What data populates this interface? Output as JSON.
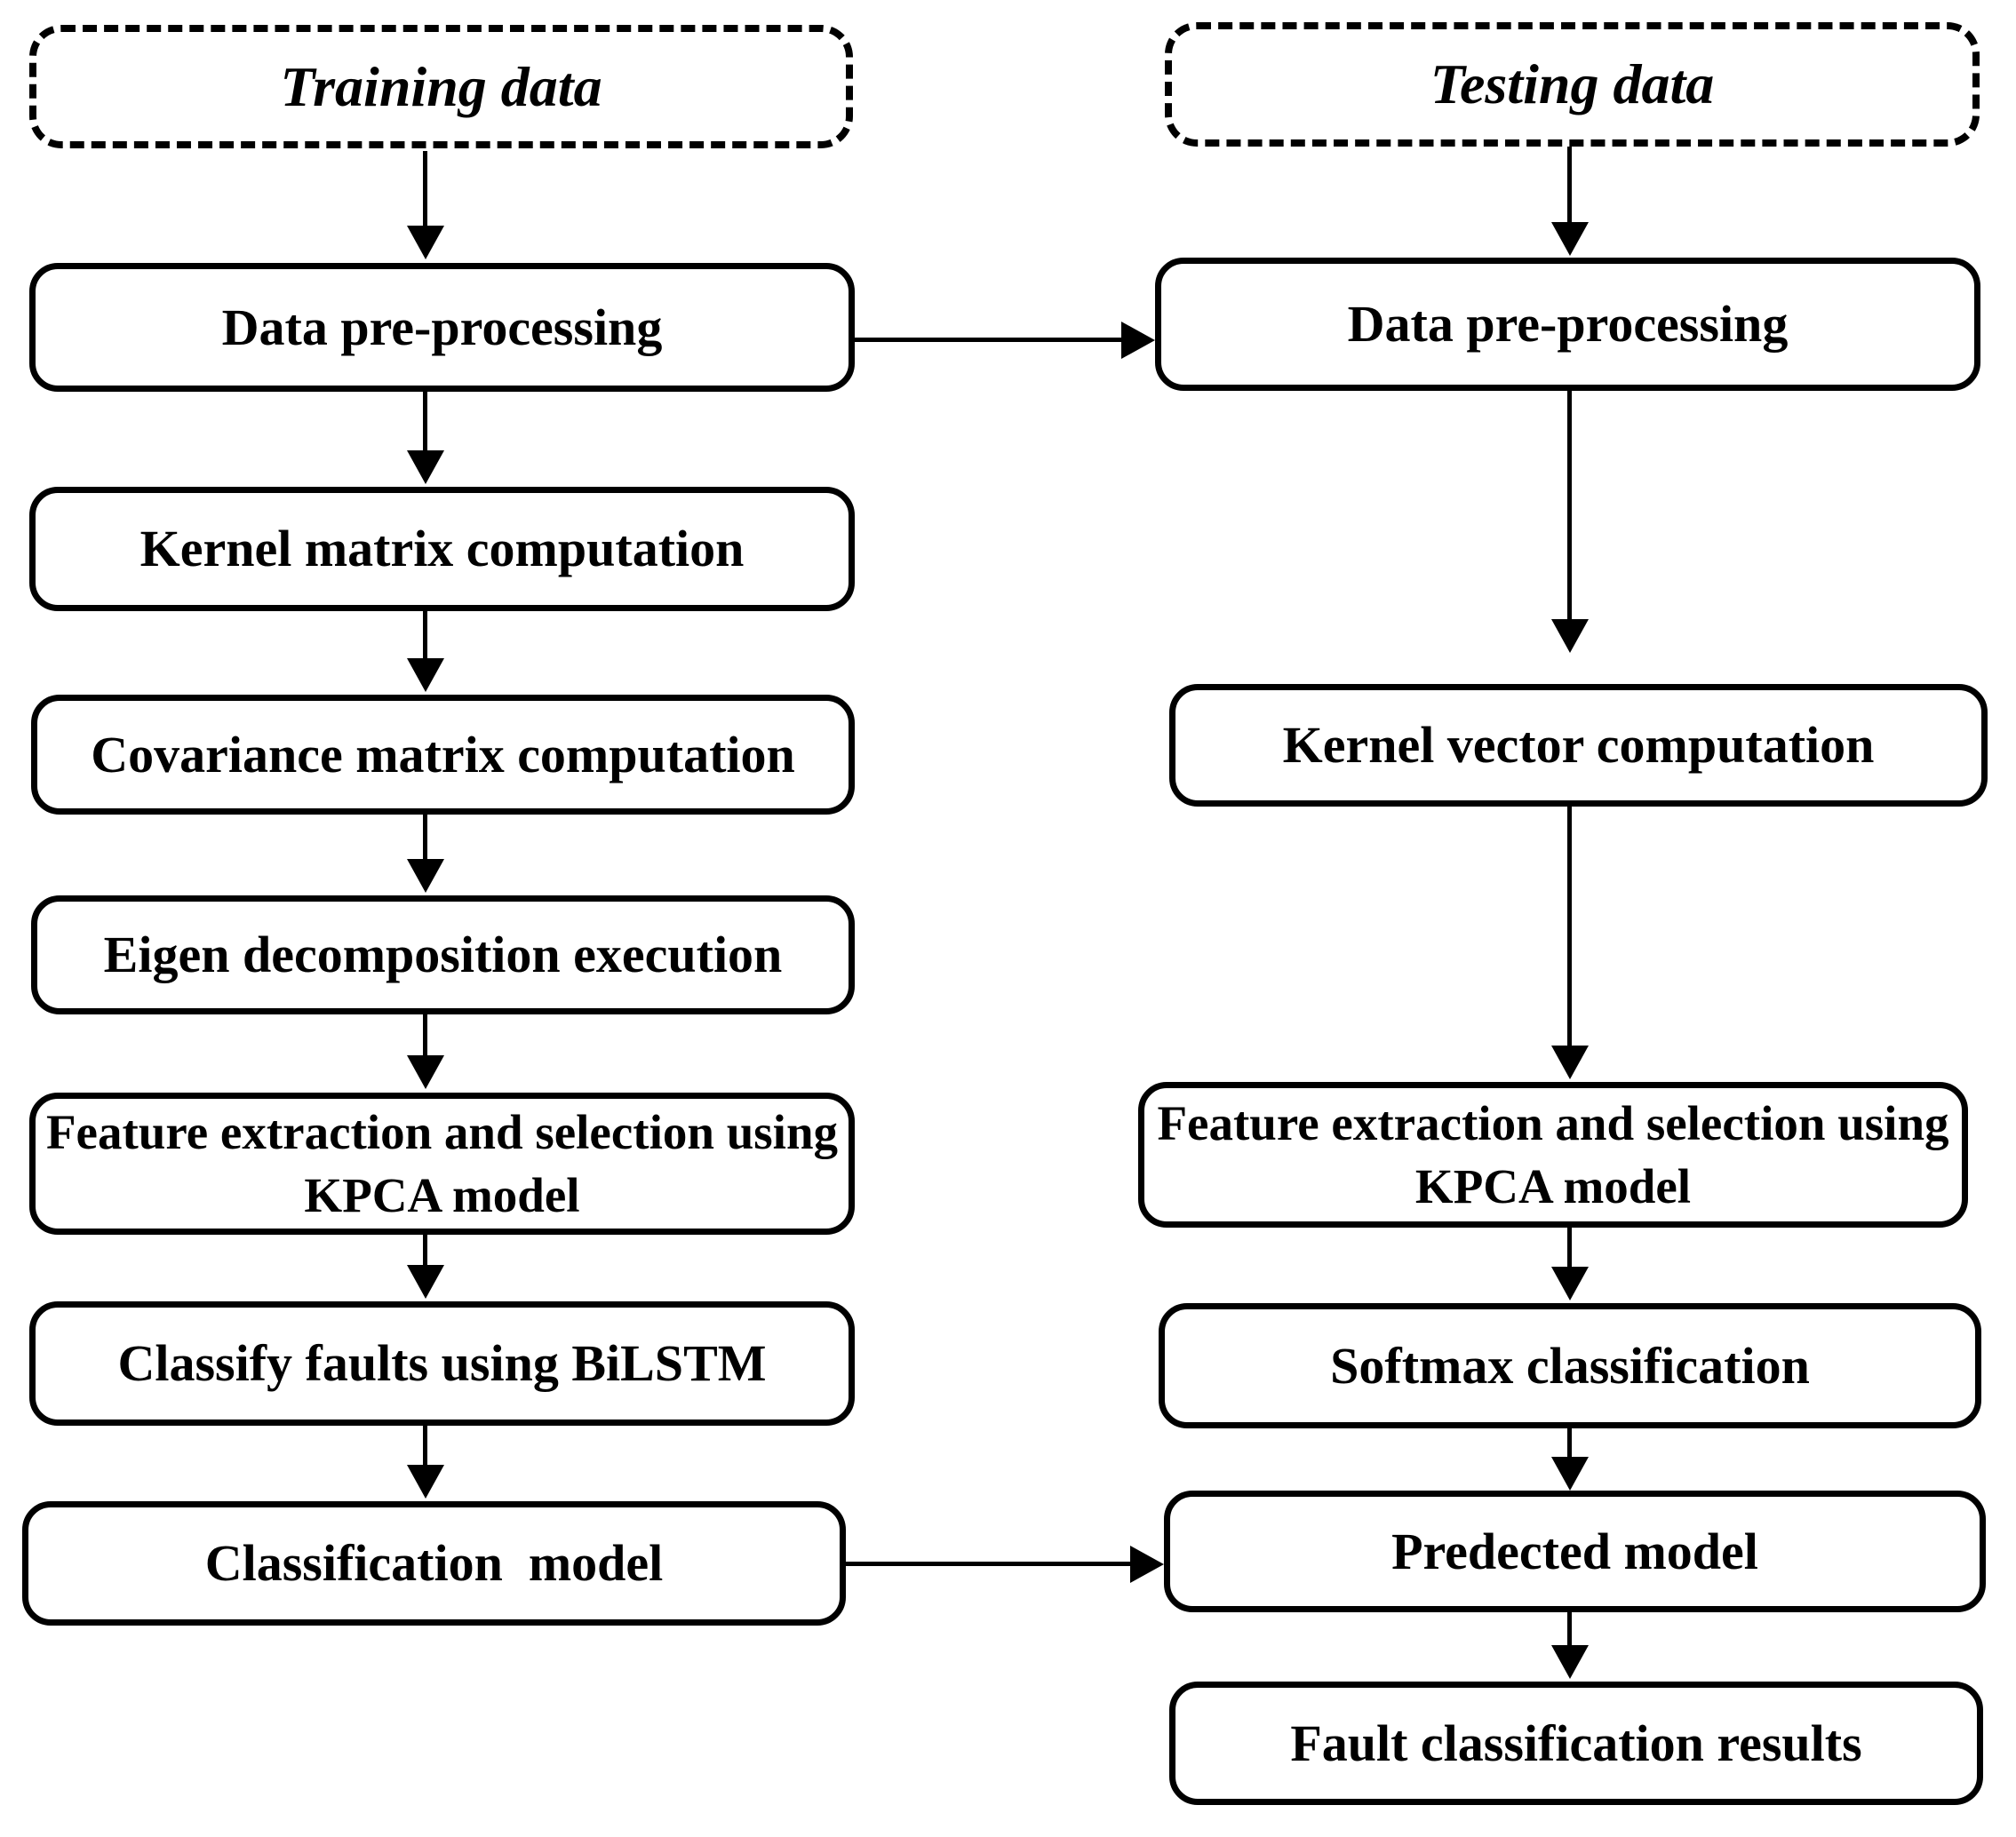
{
  "colors": {
    "stroke": "#000000",
    "background": "#ffffff"
  },
  "left_column": {
    "header": "Training data",
    "steps": [
      "Data pre-processing",
      "Kernel matrix computation",
      "Covariance matrix computation",
      "Eigen decomposition execution",
      "Feature extraction and selection using KPCA model",
      "Classify faults using BiLSTM",
      "Classification  model"
    ]
  },
  "right_column": {
    "header": "Testing data",
    "steps": [
      "Data pre-processing",
      "Kernel vector computation",
      "Feature extraction and selection using KPCA model",
      "Softmax classification",
      "Predected model",
      "Fault classification results"
    ]
  }
}
